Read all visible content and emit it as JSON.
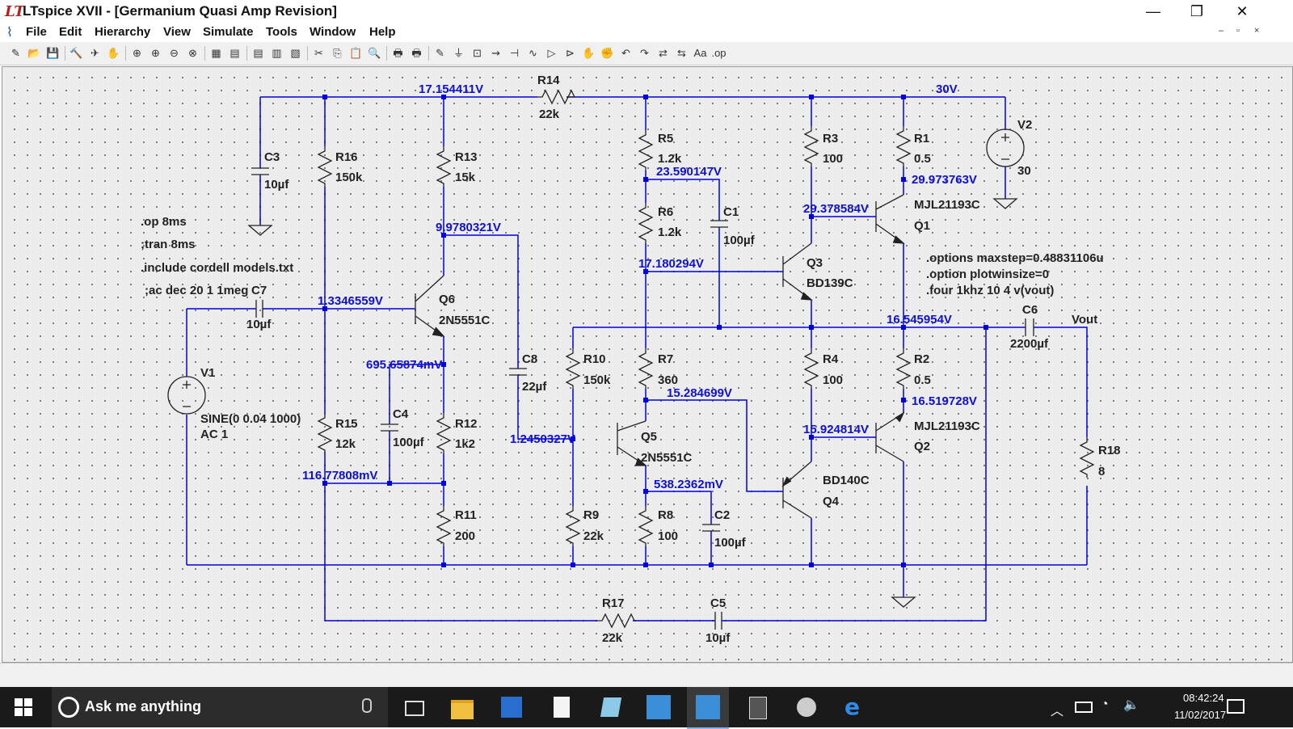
{
  "window": {
    "title": "LTspice XVII - [Germanium Quasi Amp Revision]",
    "logo": "LT",
    "controls": [
      "minimize-icon",
      "maximize-icon",
      "close-icon"
    ]
  },
  "menu": {
    "items": [
      "File",
      "Edit",
      "Hierarchy",
      "View",
      "Simulate",
      "Tools",
      "Window",
      "Help"
    ],
    "mdi_controls": [
      "–",
      "▫",
      "×"
    ]
  },
  "toolbar": {
    "icons": [
      "new-schematic-icon",
      "open-icon",
      "save-icon",
      "control-panel-icon",
      "run-icon",
      "halt-icon",
      "zoom-in-icon",
      "zoom-area-icon",
      "zoom-out-icon",
      "zoom-cancel-icon",
      "autorange-icon",
      "tile-icon",
      "tile-horizontal-icon",
      "cascade-icon",
      "close-all-icon",
      "cut-icon",
      "copy-icon",
      "paste-icon",
      "find-icon",
      "print-icon",
      "print-setup-icon",
      "wire-icon",
      "ground-icon",
      "label-net-icon",
      "resistor-icon",
      "capacitor-icon",
      "inductor-icon",
      "diode-icon",
      "component-icon",
      "move-icon",
      "drag-icon",
      "undo-icon",
      "redo-icon",
      "rotate-icon",
      "mirror-icon",
      "text-icon",
      "spice-directive-icon"
    ],
    "glyphs": [
      "✎",
      "📂",
      "💾",
      "🔨",
      "✈",
      "✋",
      "⊕",
      "⊕",
      "⊖",
      "⊗",
      "▦",
      "▤",
      "▤",
      "▥",
      "▧",
      "✂",
      "⎘",
      "📋",
      "🔍",
      "🖶",
      "🖶",
      "✎",
      "⏚",
      "⊡",
      "⇝",
      "⊣",
      "∿",
      "▷",
      "⊳",
      "✋",
      "✊",
      "↶",
      "↷",
      "⇄",
      "⇆",
      "Aa",
      ".op"
    ]
  },
  "schematic": {
    "node_voltages": {
      "v_top_mid": "17.154411V",
      "v_rail": "30V",
      "v_r5_r6": "23.590147V",
      "v_q1_e": "29.973763V",
      "v_q1_b": "29.378584V",
      "v_q3_b": "17.180294V",
      "v_q6_c": "9.9780321V",
      "v_q6_b": "1.3346559V",
      "v_q6_e": "695.65874mV",
      "v_out_node": "16.545954V",
      "v_q5_c": "15.284699V",
      "v_q2_e": "16.519728V",
      "v_q2_b": "15.924814V",
      "v_q5_b": "1.2450327V",
      "v_q5_e": "538.2362mV",
      "v_r15_bot": "116.77808mV"
    },
    "components": {
      "R14": {
        "ref": "R14",
        "value": "22k"
      },
      "R16": {
        "ref": "R16",
        "value": "150k"
      },
      "R13": {
        "ref": "R13",
        "value": "15k"
      },
      "R5": {
        "ref": "R5",
        "value": "1.2k"
      },
      "R6": {
        "ref": "R6",
        "value": "1.2k"
      },
      "R3": {
        "ref": "R3",
        "value": "100"
      },
      "R1": {
        "ref": "R1",
        "value": "0.5"
      },
      "V2": {
        "ref": "V2",
        "value": "30"
      },
      "C3": {
        "ref": "C3",
        "value": "10µf"
      },
      "C1": {
        "ref": "C1",
        "value": "100µf"
      },
      "Q1": {
        "ref": "Q1",
        "value": "MJL21193C"
      },
      "Q3": {
        "ref": "Q3",
        "value": "BD139C"
      },
      "C7": {
        "ref": "C7",
        "value": "10µf"
      },
      "Q6": {
        "ref": "Q6",
        "value": "2N5551C"
      },
      "V1": {
        "ref": "V1",
        "value": "SINE(0 0.04 1000)",
        "value2": "AC 1"
      },
      "C8": {
        "ref": "C8",
        "value": "22µf"
      },
      "R10": {
        "ref": "R10",
        "value": "150k"
      },
      "R7": {
        "ref": "R7",
        "value": "360"
      },
      "R4": {
        "ref": "R4",
        "value": "100"
      },
      "R2": {
        "ref": "R2",
        "value": "0.5"
      },
      "C6": {
        "ref": "C6",
        "value": "2200µf"
      },
      "R15": {
        "ref": "R15",
        "value": "12k"
      },
      "C4": {
        "ref": "C4",
        "value": "100µf"
      },
      "R12": {
        "ref": "R12",
        "value": "1k2"
      },
      "Q5": {
        "ref": "Q5",
        "value": "2N5551C"
      },
      "Q2": {
        "ref": "Q2",
        "value": "MJL21193C"
      },
      "Q4": {
        "ref": "Q4",
        "value": "BD140C"
      },
      "R18": {
        "ref": "R18",
        "value": "8"
      },
      "R11": {
        "ref": "R11",
        "value": "200"
      },
      "R9": {
        "ref": "R9",
        "value": "22k"
      },
      "R8": {
        "ref": "R8",
        "value": "100"
      },
      "C2": {
        "ref": "C2",
        "value": "100µf"
      },
      "R17": {
        "ref": "R17",
        "value": "22k"
      },
      "C5": {
        "ref": "C5",
        "value": "10µf"
      }
    },
    "net_labels": {
      "vout": "Vout"
    },
    "directives": [
      ".op 8ms",
      ";tran 8ms",
      ".include cordell models.txt",
      ";ac dec 20 1 1meg"
    ],
    "options": [
      ".options maxstep=0.48831106u",
      ".option plotwinsize=0",
      ".four 1khz 10 4 v(vout)"
    ]
  },
  "taskbar": {
    "search_placeholder": "Ask me anything",
    "time": "08:42:24",
    "date": "11/02/2017",
    "apps": [
      "task-view-icon",
      "file-explorer-icon",
      "bank-app-icon",
      "blank-document-icon",
      "notepad-icon",
      "ltspice-iv-icon",
      "ltspice-xvii-icon",
      "calculator-icon",
      "paint-icon",
      "edge-icon"
    ]
  },
  "colors": {
    "wire": "#0000e0",
    "component": "#222222",
    "voltage_label": "#1010d0",
    "canvas": "#ececec"
  }
}
